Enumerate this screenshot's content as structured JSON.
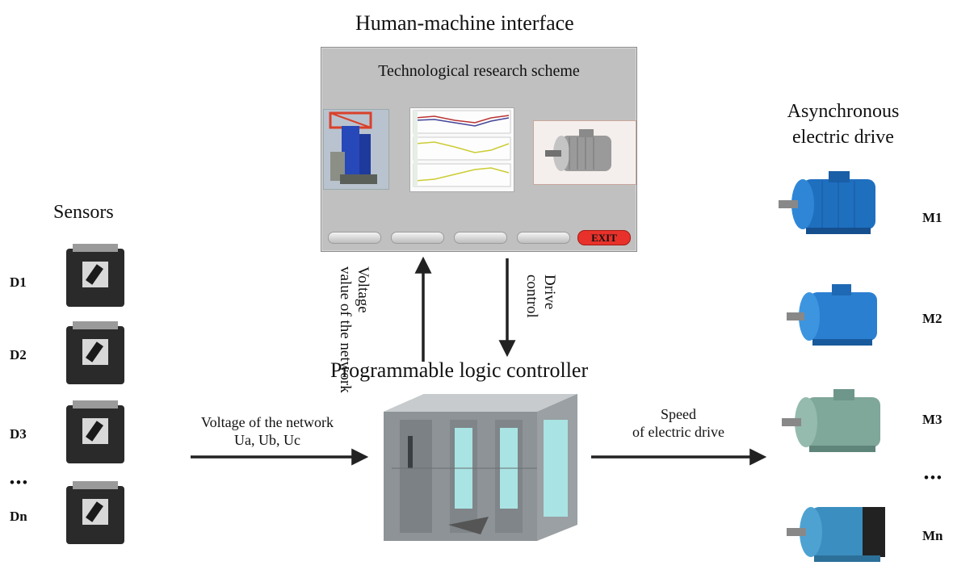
{
  "hmi": {
    "heading": "Human-machine interface",
    "screen_title": "Technological research scheme",
    "exit_label": "EXIT"
  },
  "sensors": {
    "heading": "Sensors",
    "items": [
      "D1",
      "D2",
      "D3",
      "Dn"
    ],
    "ellipsis": "•••"
  },
  "drives": {
    "heading_line1": "Asynchronous",
    "heading_line2": "electric drive",
    "items": [
      "M1",
      "M2",
      "M3",
      "Mn"
    ],
    "ellipsis": "•••"
  },
  "plc": {
    "heading": "Programmable logic controller"
  },
  "arrows": {
    "voltage_value_line1": "Voltage",
    "voltage_value_line2": "value of the network",
    "drive_control_line1": "Drive",
    "drive_control_line2": "control",
    "network_line1": "Voltage of the network",
    "network_line2": "Ua, Ub, Uc",
    "speed_line1": "Speed",
    "speed_line2": "of electric drive"
  },
  "colors": {
    "hmi_background": "#c0c0c0",
    "exit_button": "#e8312a",
    "motor_blue": "#1f6fbf",
    "motor_green": "#7fa79a",
    "arrow": "#222222"
  }
}
